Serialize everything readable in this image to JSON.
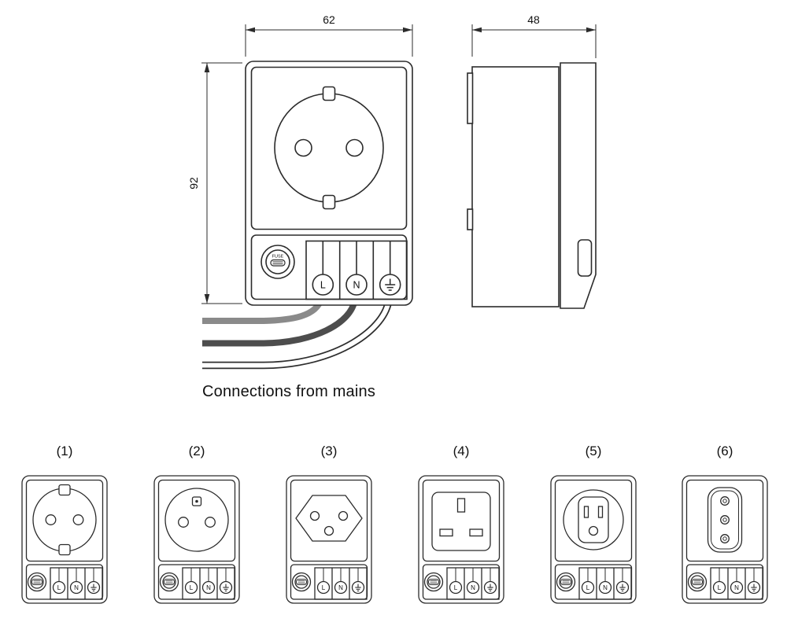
{
  "drawing": {
    "caption": "Connections from mains",
    "dimensions": {
      "width_mm": "62",
      "depth_mm": "48",
      "height_mm": "92"
    },
    "fuse_label": "FUSE",
    "terminals": {
      "live": "L",
      "neutral": "N",
      "earth_icon": "earth-symbol"
    }
  },
  "variants": [
    {
      "label": "(1)"
    },
    {
      "label": "(2)"
    },
    {
      "label": "(3)"
    },
    {
      "label": "(4)"
    },
    {
      "label": "(5)"
    },
    {
      "label": "(6)"
    }
  ],
  "colors": {
    "line": "#2b2b2b",
    "wire_gray": "#8a8a8a",
    "wire_dark": "#4d4d4d",
    "background": "#ffffff"
  }
}
